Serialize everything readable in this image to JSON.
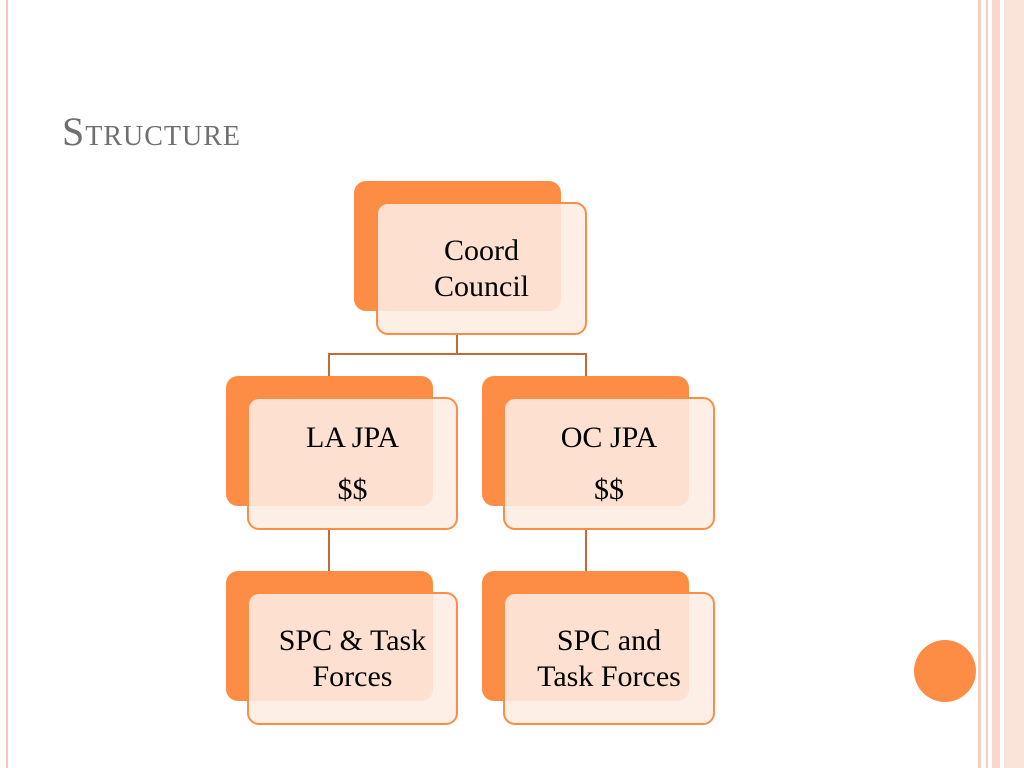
{
  "slide": {
    "title": "Structure"
  },
  "diagram": {
    "root": {
      "label": "Coord\nCouncil"
    },
    "left_branch": {
      "label": "LA JPA\n\n$$",
      "child": {
        "label": "SPC & Task\nForces"
      }
    },
    "right_branch": {
      "label": "OC JPA\n\n$$",
      "child": {
        "label": "SPC and\nTask Forces"
      }
    }
  },
  "colors": {
    "accent": "#fd8d45",
    "node_fill": "#fdece3",
    "connector": "#c46a37",
    "title": "#6f6f6f"
  }
}
